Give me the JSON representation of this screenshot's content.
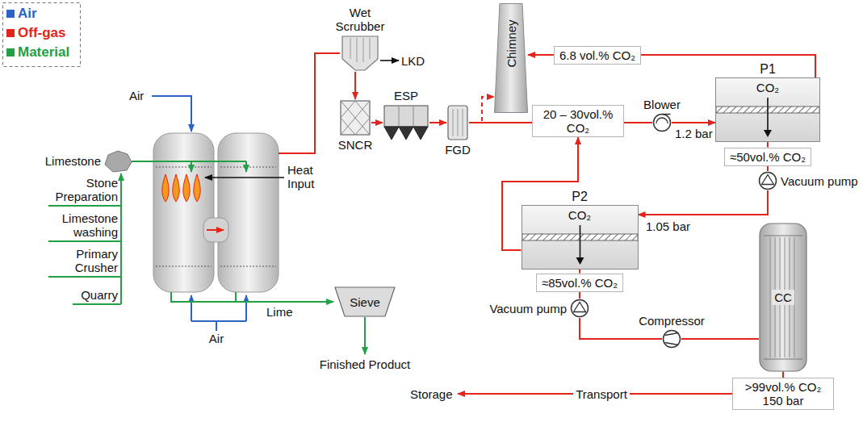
{
  "diagram": {
    "nodes": [
      {
        "text": [
          "Wet Scrubber"
        ]
      },
      {
        "text": [
          "SNCR"
        ]
      },
      {
        "text": [
          "ESP"
        ]
      },
      {
        "text": [
          "FGD"
        ]
      },
      {
        "text": [
          "Chimney"
        ]
      },
      {
        "text": [
          "6.8 vol.% CO₂"
        ]
      },
      {
        "text": [
          "P1",
          "CO₂"
        ]
      },
      {
        "text": [
          "20 – 30vol.% CO₂"
        ]
      },
      {
        "text": [
          "Blower"
        ]
      },
      {
        "text": [
          "≈50vol.% CO₂"
        ]
      },
      {
        "text": [
          "Vacuum pump"
        ]
      },
      {
        "text": [
          "P2",
          "CO₂"
        ]
      },
      {
        "text": [
          "≈85vol.% CO₂"
        ]
      },
      {
        "text": [
          "Vacuum pump"
        ]
      },
      {
        "text": [
          "Compressor"
        ]
      },
      {
        "text": [
          "CC"
        ]
      },
      {
        "text": [
          ">99vol.% CO₂ 150 bar"
        ]
      },
      {
        "text": [
          "Sieve"
        ]
      }
    ],
    "edges": [
      {
        "from": 0,
        "to": 1,
        "arrow": "to"
      },
      {
        "from": 1,
        "to": 2,
        "arrow": "to"
      },
      {
        "from": 2,
        "to": 3,
        "arrow": "to"
      },
      {
        "from": 3,
        "to": 7,
        "arrow": "none"
      },
      {
        "from": 3,
        "to": 4,
        "arrow": "to"
      },
      {
        "from": 7,
        "to": 8,
        "arrow": "none"
      },
      {
        "from": 8,
        "to": 6,
        "arrow": "to"
      },
      {
        "from": 6,
        "to": 5,
        "arrow": "none"
      },
      {
        "from": 5,
        "to": 4,
        "arrow": "to"
      },
      {
        "from": 6,
        "to": 9,
        "arrow": "none"
      },
      {
        "from": 9,
        "to": 10,
        "arrow": "none"
      },
      {
        "from": 10,
        "to": 11,
        "arrow": "to"
      },
      {
        "from": 11,
        "to": 12,
        "arrow": "none"
      },
      {
        "from": 12,
        "to": 13,
        "arrow": "none"
      },
      {
        "from": 13,
        "to": 14,
        "arrow": "none"
      },
      {
        "from": 14,
        "to": 15,
        "arrow": "none"
      },
      {
        "from": 15,
        "to": 16,
        "arrow": "none"
      },
      {
        "from": 11,
        "to": 7,
        "arrow": "to"
      }
    ],
    "labels": [
      "Air",
      "Limestone",
      "Stone Preparation",
      "Limestone washing",
      "Primary Crusher",
      "Quarry",
      "Heat Input",
      "LKD",
      "Lime",
      "Air",
      "Finished Product",
      "1.2 bar",
      "1.05 bar",
      "Transport",
      "Storage"
    ],
    "legend": [
      {
        "text": "Air",
        "color": "#2a64c8"
      },
      {
        "text": "Off-gas",
        "color": "#e3241b"
      },
      {
        "text": "Material",
        "color": "#21a045"
      }
    ]
  }
}
